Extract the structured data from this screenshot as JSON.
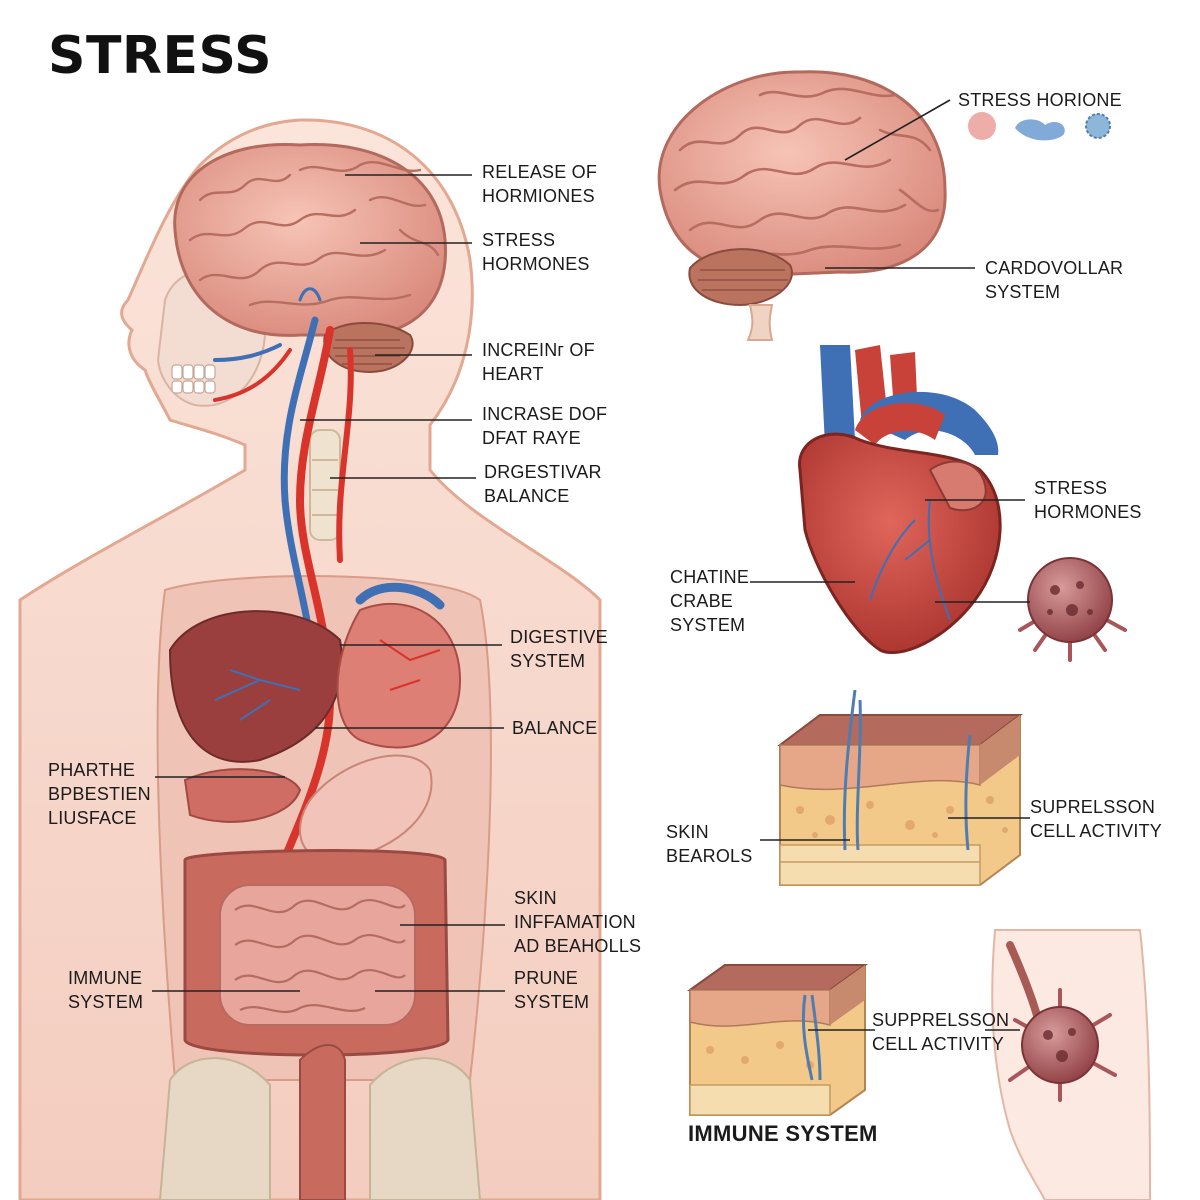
{
  "title": "STRESS",
  "labels": {
    "release_of_hormones": "RELEASE OF\nHORMIONES",
    "stress_hormones_body": "STRESS\nHORMONES",
    "increin_of_heart": "INCREINг OF\nHEART",
    "incrase_dof": "INCRASE DOF\nDFAT RAYE",
    "drgestivar_balance": "DRGESTIVAR\nBALANCE",
    "digestive_system": "DIGESTIVE\nSYSTEM",
    "balance": "BALANCE",
    "pharthe": "PHARTHE\nBPBESTIEN\nLIUSFACE",
    "skin_inffamation": "SKIN\nINFFAMATION\nAD BEAHOLLS",
    "immune_system_body": "IMMUNE\nSYSTEM",
    "prune_system": "PRUNE\nSYSTEM",
    "stress_horione": "STRESS HORIONE",
    "cardovollar_system": "CARDOVOLLAR\nSYSTEM",
    "stress_hormones_heart": "STRESS\nHORMONES",
    "chatine_crabe": "CHATINE\nCRABE\nSYSTEM",
    "suprelsson_1": "SUPRELSSON\nCELL ACTIVITY",
    "skin_bearols": "SKIN\nBEAROLS",
    "suprelsson_2": "SUPPRELSSON\nCELL ACTIVITY",
    "immune_system_caption": "IMMUNE SYSTEM"
  },
  "colors": {
    "skin": "#f6d8cc",
    "skin_edge": "#e2a892",
    "brain": "#eeaa9c",
    "brain_fold": "#c97a6c",
    "artery": "#d9342b",
    "vein": "#3f6fb5",
    "heart": "#c8423a",
    "liver": "#9a3f3e",
    "intestine": "#d98a80",
    "colon": "#c96a5f",
    "tissue_top": "#b46a5c",
    "tissue_fat": "#f3c98a",
    "cell": "#a8565a"
  },
  "icons": [
    "brain-icon",
    "heart-icon",
    "skin-tissue-icon",
    "immune-cell-icon",
    "hormone-molecule-icon"
  ]
}
